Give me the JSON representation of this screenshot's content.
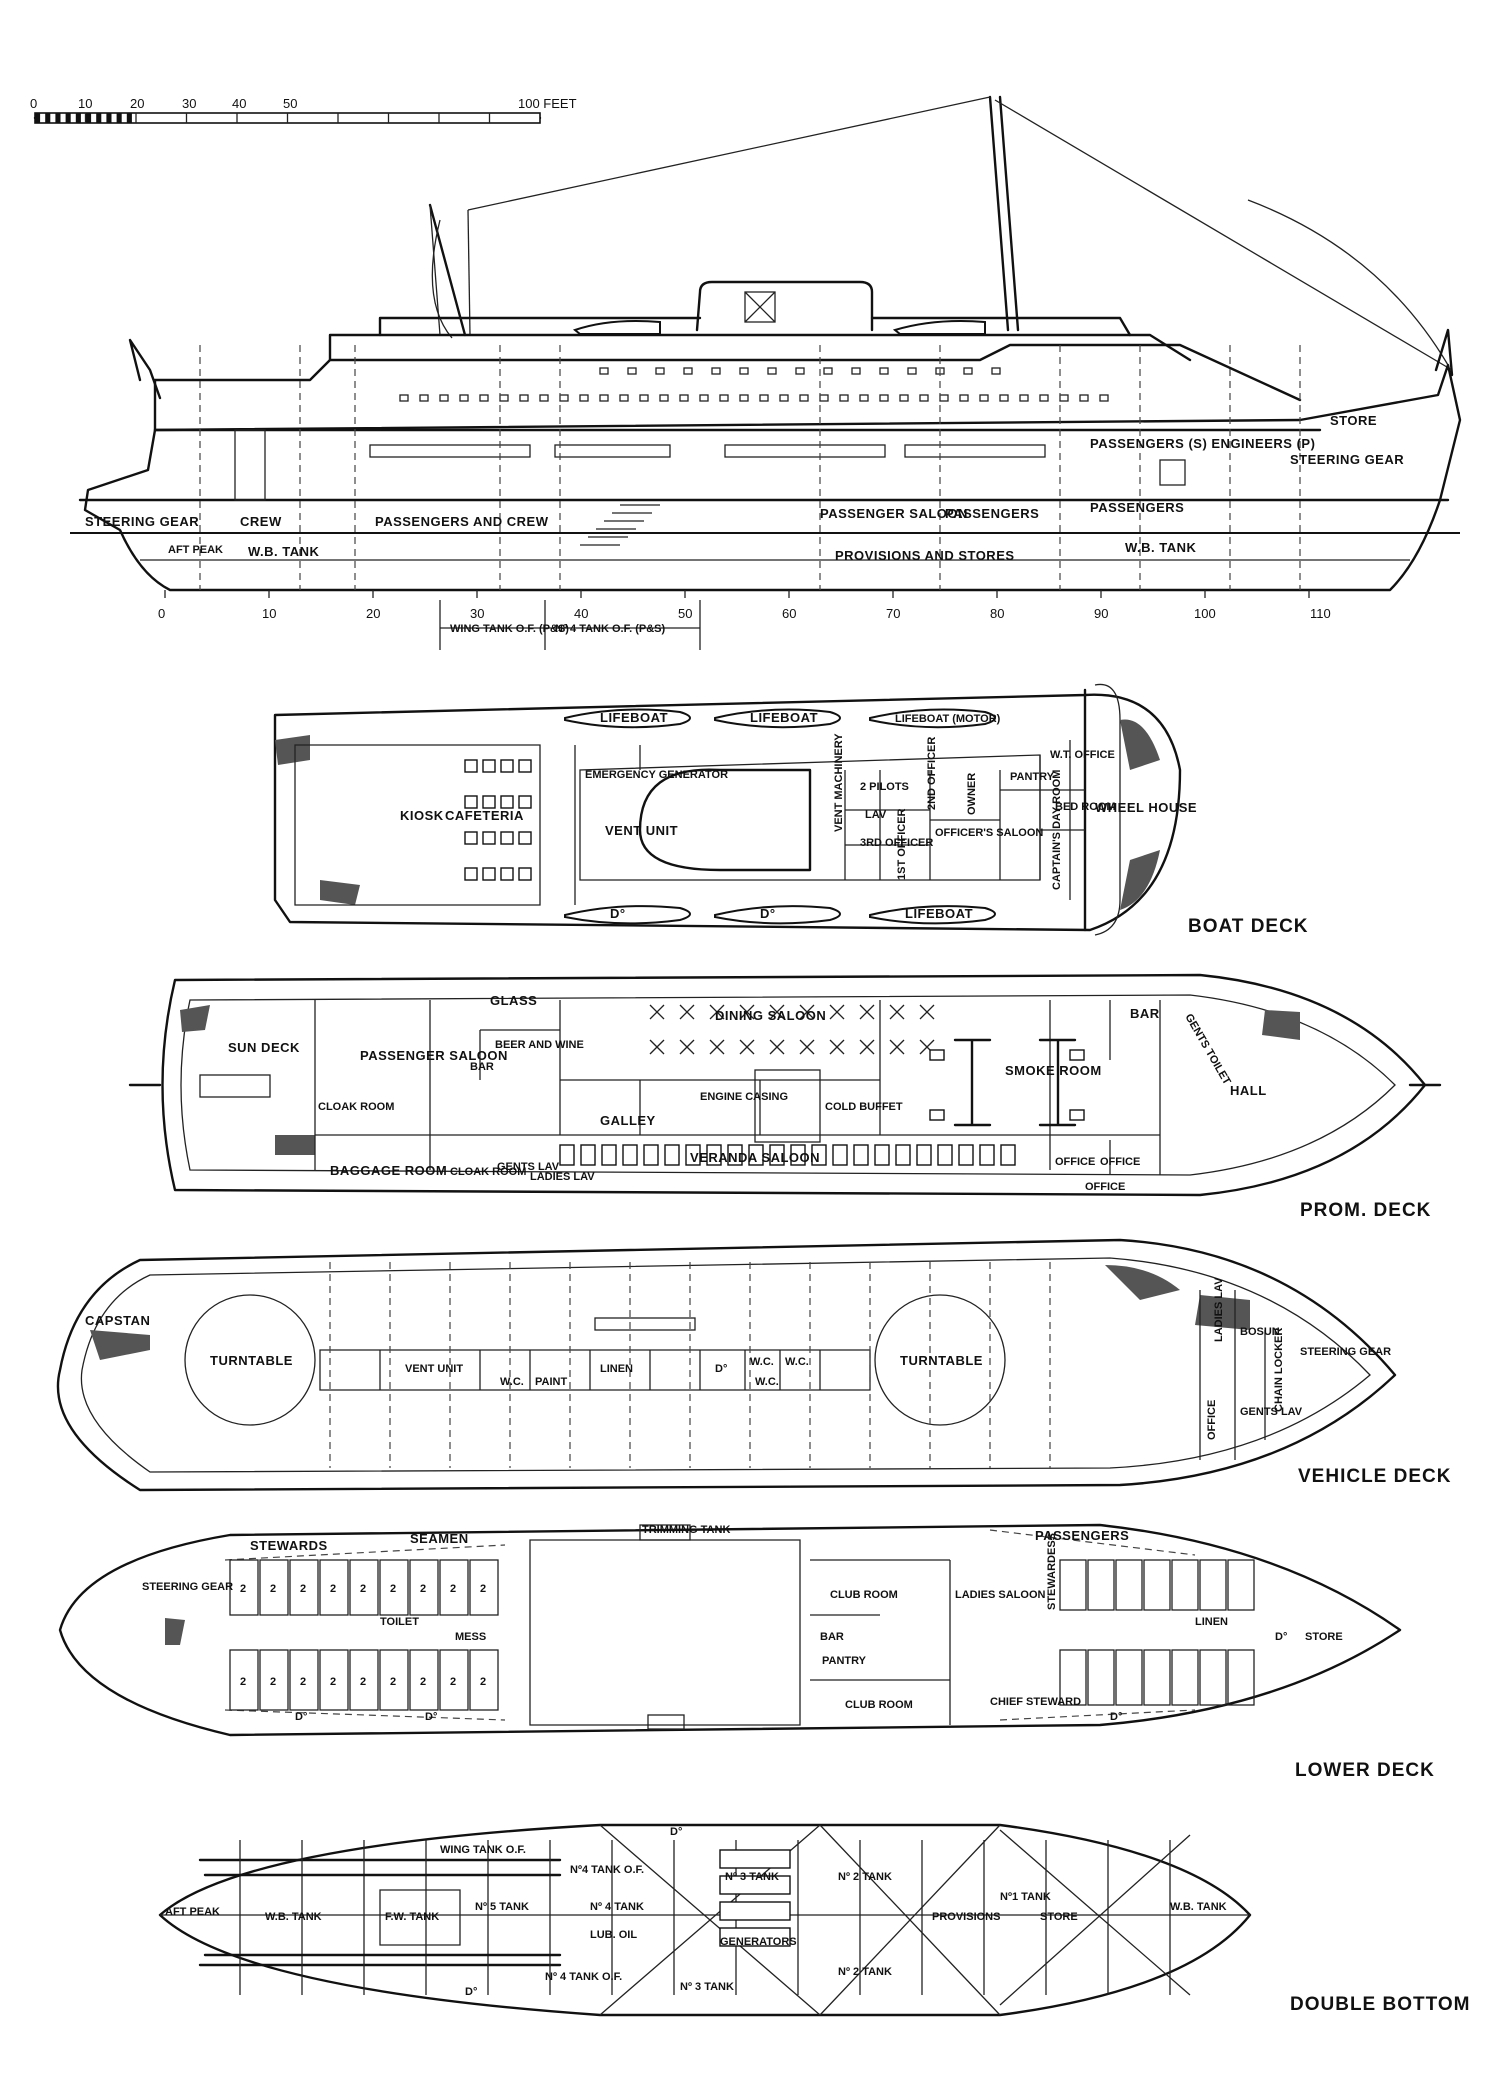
{
  "scale_bar": {
    "ticks": [
      "0",
      "10",
      "20",
      "30",
      "40",
      "50"
    ],
    "end_label": "100 FEET"
  },
  "profile": {
    "labels": {
      "steering_gear_aft": "STEERING GEAR",
      "crew": "CREW",
      "aft_peak": "AFT PEAK",
      "wb_tank_aft": "W.B. TANK",
      "passengers_and_crew": "PASSENGERS AND CREW",
      "passenger_saloon": "PASSENGER SALOON",
      "passengers_mid": "PASSENGERS",
      "provisions_and_stores": "PROVISIONS AND STORES",
      "passengers_fwd": "PASSENGERS",
      "wb_tank_fwd": "W.B. TANK",
      "passengers_engineers": "PASSENGERS (S) ENGINEERS (P)",
      "store": "STORE",
      "steering_gear_fwd": "STEERING GEAR"
    },
    "frame_ticks": [
      "0",
      "10",
      "20",
      "30",
      "40",
      "50",
      "60",
      "70",
      "80",
      "90",
      "100",
      "110"
    ],
    "wing_tank": "WING TANK O.F. (P&S)",
    "no4_tank": "Nº 4 TANK O.F. (P&S)"
  },
  "boat_deck": {
    "title": "BOAT DECK",
    "labels": {
      "kiosk": "KIOSK",
      "cafeteria": "CAFETERIA",
      "emergency_generator": "EMERGENCY GENERATOR",
      "vent_unit": "VENT UNIT",
      "lifeboat_1": "LIFEBOAT",
      "lifeboat_2": "LIFEBOAT",
      "lifeboat_motor": "LIFEBOAT (MOTOR)",
      "lifeboat_4": "LIFEBOAT",
      "ditto_1": "D°",
      "ditto_2": "D°",
      "vent_machinery": "VENT MACHINERY",
      "pilots": "2 PILOTS",
      "lav": "LAV",
      "officer_3rd": "3RD OFFICER",
      "officer_2nd": "2ND OFFICER",
      "officer_1st": "1ST OFFICER",
      "owner": "OWNER",
      "pantry": "PANTRY",
      "officers_saloon": "OFFICER'S SALOON",
      "wt_office": "W.T. OFFICE",
      "bed_room": "BED ROOM",
      "captains_day_room": "CAPTAIN'S DAY ROOM",
      "wheel_house": "WHEEL HOUSE"
    }
  },
  "prom_deck": {
    "title": "PROM. DECK",
    "labels": {
      "sun_deck": "SUN DECK",
      "passenger_saloon": "PASSENGER SALOON",
      "glass": "GLASS",
      "beer_and_wine": "BEER AND WINE",
      "bar_aft": "BAR",
      "dining_saloon": "DINING SALOON",
      "cloak_room_1": "CLOAK ROOM",
      "galley": "GALLEY",
      "engine_casing": "ENGINE CASING",
      "cold_buffet": "COLD BUFFET",
      "smoke_room": "SMOKE ROOM",
      "bar_fwd": "BAR",
      "gents_toilet": "GENTS TOILET",
      "hall": "HALL",
      "baggage_room": "BAGGAGE ROOM",
      "cloak_room_2": "CLOAK ROOM",
      "gents_lav": "GENTS LAV",
      "ladies_lav": "LADIES LAV",
      "veranda_saloon": "VERANDA SALOON",
      "office_1": "OFFICE",
      "office_2": "OFFICE",
      "office_3": "OFFICE"
    }
  },
  "vehicle_deck": {
    "title": "VEHICLE DECK",
    "labels": {
      "capstan": "CAPSTAN",
      "turntable_aft": "TURNTABLE",
      "vent_unit": "VENT UNIT",
      "wc_1": "W.C.",
      "paint": "PAINT",
      "linen": "LINEN",
      "ditto": "D°",
      "wc_2": "W.C.",
      "wc_3": "W.C.",
      "wc_4": "W.C.",
      "turntable_fwd": "TURNTABLE",
      "ladies_lav": "LADIES LAV",
      "bosun": "BOSUN",
      "chain_locker": "CHAIN LOCKER",
      "steering_gear": "STEERING GEAR",
      "office": "OFFICE",
      "gents_lav": "GENTS LAV"
    }
  },
  "lower_deck": {
    "title": "LOWER DECK",
    "labels": {
      "stewards": "STEWARDS",
      "seamen": "SEAMEN",
      "steering_gear": "STEERING GEAR",
      "mess": "MESS",
      "toilet": "TOILET",
      "trimming_tank": "TRIMMING TANK",
      "club_room_1": "CLUB ROOM",
      "bar": "BAR",
      "pantry": "PANTRY",
      "club_room_2": "CLUB ROOM",
      "passengers": "PASSENGERS",
      "ladies_saloon": "LADIES SALOON",
      "stewardess": "STEWARDESS",
      "linen": "LINEN",
      "chief_steward": "CHIEF STEWARD",
      "store": "STORE",
      "ditto_1": "D°",
      "ditto_2": "D°",
      "ditto_3": "D°",
      "ditto_4": "D°"
    }
  },
  "double_bottom": {
    "title": "DOUBLE BOTTOM",
    "labels": {
      "aft_peak": "AFT PEAK",
      "wb_tank_aft": "W.B. TANK",
      "fw_tank": "F.W. TANK",
      "wing_tank_of": "WING TANK O.F.",
      "no4_tank_of_1": "Nº4 TANK O.F.",
      "no5_tank": "Nº 5 TANK",
      "no4_tank": "Nº 4 TANK",
      "lub_oil": "LUB. OIL",
      "no4_tank_of_2": "Nº 4 TANK O.F.",
      "no3_tank_1": "Nº 3 TANK",
      "generators": "GENERATORS",
      "no3_tank_2": "Nº 3 TANK",
      "no2_tank_1": "Nº 2 TANK",
      "no2_tank_2": "Nº 2 TANK",
      "provisions": "PROVISIONS",
      "no1_tank": "Nº1 TANK",
      "store": "STORE",
      "wb_tank_fwd": "W.B. TANK",
      "ditto_1": "D°",
      "ditto_2": "D°"
    }
  }
}
